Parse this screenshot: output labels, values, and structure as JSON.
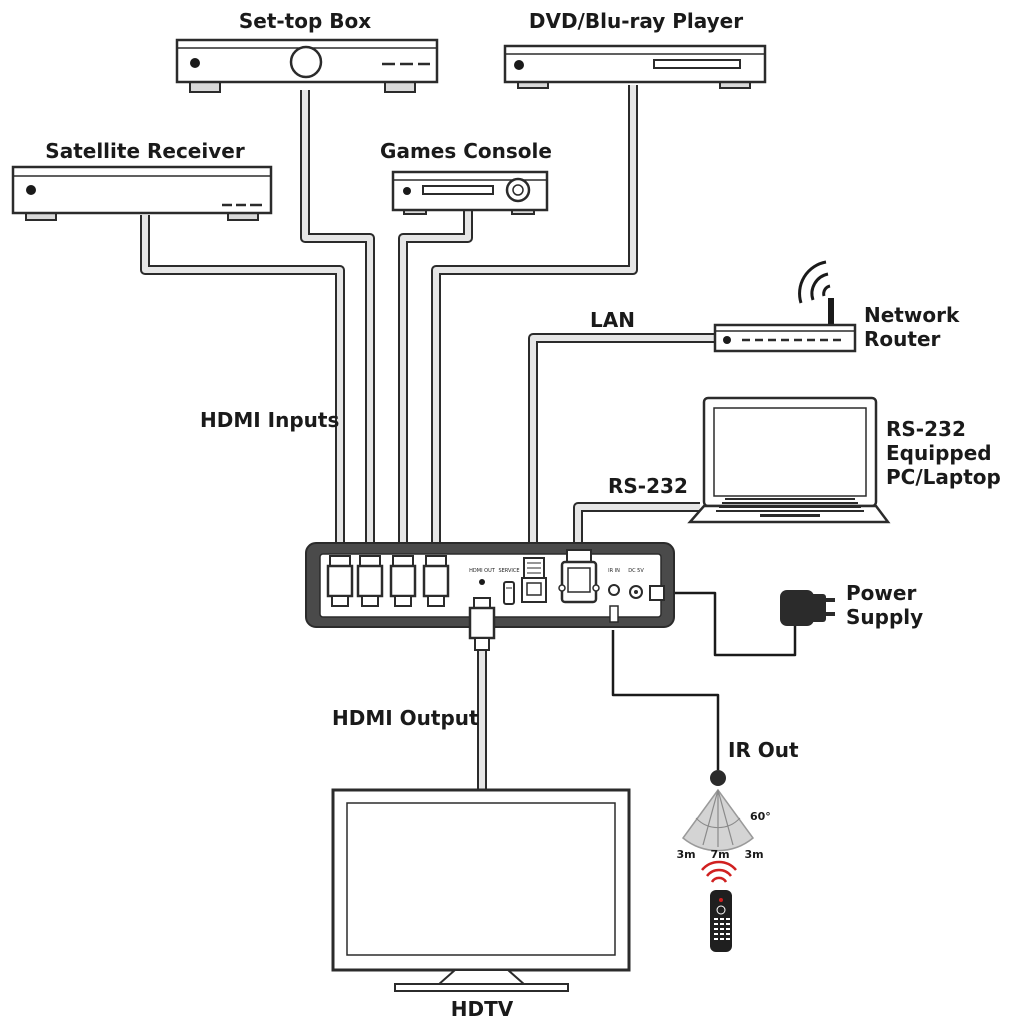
{
  "labels": {
    "set_top_box": "Set-top Box",
    "dvd_player": "DVD/Blu-ray Player",
    "satellite_receiver": "Satellite Receiver",
    "games_console": "Games Console",
    "network_router_1": "Network",
    "network_router_2": "Router",
    "lan": "LAN",
    "rs232": "RS-232",
    "rs232_pc_1": "RS-232",
    "rs232_pc_2": "Equipped",
    "rs232_pc_3": "PC/Laptop",
    "hdmi_inputs": "HDMI Inputs",
    "power_supply_1": "Power",
    "power_supply_2": "Supply",
    "hdmi_output": "HDMI Output",
    "ir_out": "IR Out",
    "angle": "60°",
    "range_left": "3m",
    "range_center": "7m",
    "range_right": "3m",
    "hdtv": "HDTV"
  },
  "port_labels": {
    "hdmi_out": "HDMI OUT",
    "service": "SERVICE",
    "ir_in": "IR IN",
    "dc_5v": "DC 5V"
  },
  "icons": [
    "set-top-box-icon",
    "dvd-player-icon",
    "satellite-receiver-icon",
    "games-console-icon",
    "network-router-icon",
    "wifi-icon",
    "laptop-icon",
    "switcher-unit-icon",
    "power-adapter-icon",
    "hdtv-icon",
    "ir-emitter-icon",
    "remote-control-icon"
  ]
}
